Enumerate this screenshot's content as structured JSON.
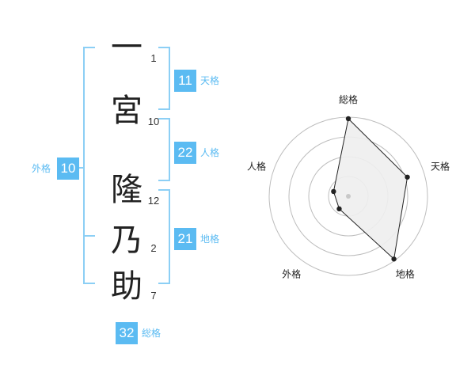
{
  "name": {
    "chars": [
      {
        "char": "一",
        "strokes": "1"
      },
      {
        "char": "宮",
        "strokes": "10"
      },
      {
        "char": "隆",
        "strokes": "12"
      },
      {
        "char": "乃",
        "strokes": "2"
      },
      {
        "char": "助",
        "strokes": "7"
      }
    ]
  },
  "fortunes": {
    "tenkaku": {
      "value": "11",
      "label": "天格"
    },
    "jinkaku": {
      "value": "22",
      "label": "人格"
    },
    "chikaku": {
      "value": "21",
      "label": "地格"
    },
    "gaikaku": {
      "value": "10",
      "label": "外格"
    },
    "soukaku": {
      "value": "32",
      "label": "総格"
    }
  },
  "colors": {
    "accent": "#5bbbf2",
    "bracket": "#8ccff5",
    "radar_fill": "#eeeeee",
    "radar_line": "#222222"
  },
  "chart_data": {
    "type": "radar",
    "axes": [
      "総格",
      "天格",
      "地格",
      "外格",
      "人格"
    ],
    "values": [
      5,
      4,
      5,
      1,
      1
    ],
    "max": 5,
    "rings": 4
  }
}
